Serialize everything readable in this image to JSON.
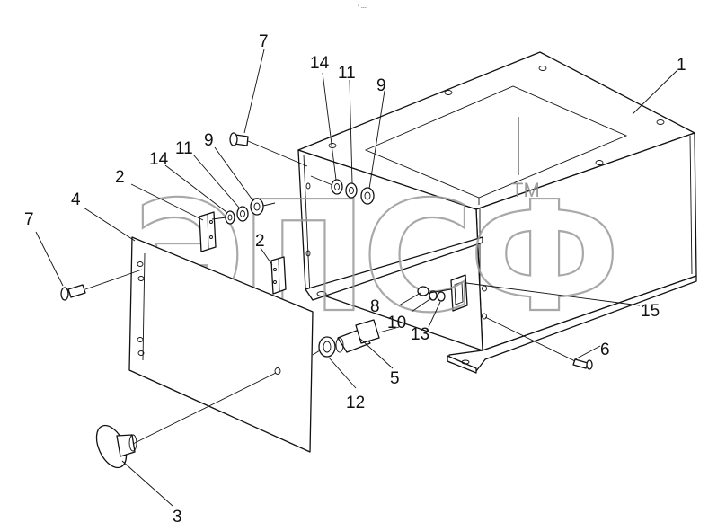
{
  "top_mark": "\" ---",
  "watermark": {
    "text": "ЭПСФ",
    "tm": "TM"
  },
  "callouts": {
    "c1": "1",
    "c2a": "2",
    "c2b": "2",
    "c3": "3",
    "c4": "4",
    "c5": "5",
    "c6": "6",
    "c7a": "7",
    "c7b": "7",
    "c8": "8",
    "c9a": "9",
    "c9b": "9",
    "c10": "10",
    "c11a": "11",
    "c11b": "11",
    "c12": "12",
    "c13": "13",
    "c14a": "14",
    "c14b": "14",
    "c15": "15"
  }
}
